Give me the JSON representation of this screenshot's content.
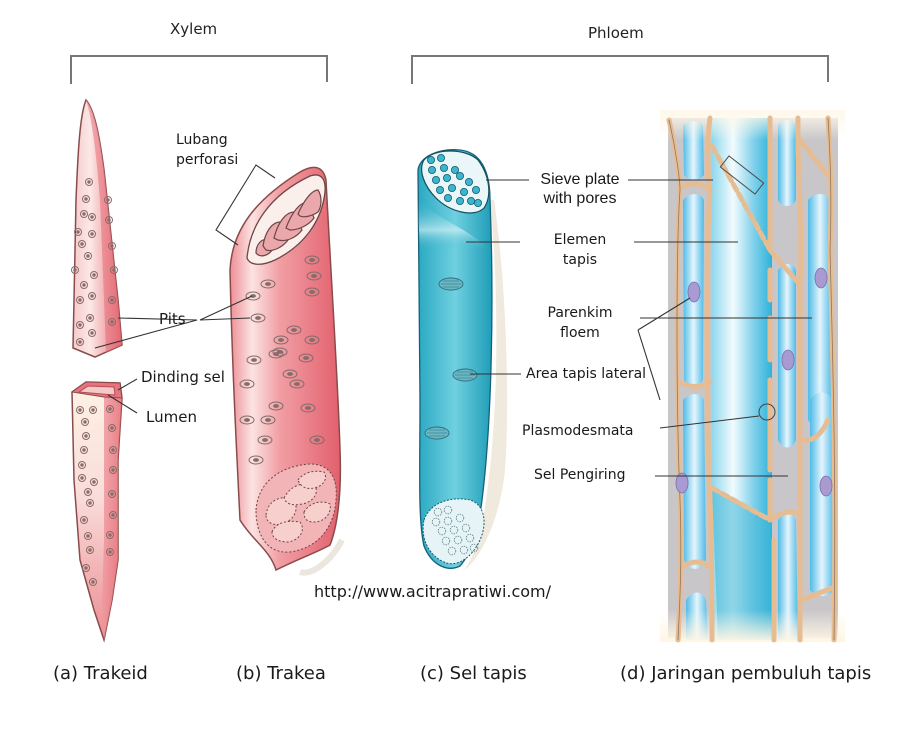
{
  "groups": {
    "xylem": "Xylem",
    "phloem": "Phloem"
  },
  "labels": {
    "lubang_perforasi": [
      "Lubang",
      "perforasi"
    ],
    "pits": "Pits",
    "dinding_sel": "Dinding sel",
    "lumen": "Lumen",
    "sieve_plate": [
      "Sieve plate",
      "with pores"
    ],
    "elemen_tapis": [
      "Elemen",
      "tapis"
    ],
    "parenkim_floem": [
      "Parenkim",
      "floem"
    ],
    "area_tapis_lateral": "Area tapis lateral",
    "plasmodesmata": "Plasmodesmata",
    "sel_pengiring": "Sel Pengiring"
  },
  "watermark": "http://www.acitrapratiwi.com/",
  "captions": {
    "a": "(a) Trakeid",
    "b": "(b) Trakea",
    "c": "(c) Sel tapis",
    "d": "(d) Jaringan pembuluh tapis"
  },
  "colors": {
    "xylem_fill": "#e8737c",
    "phloem_fill": "#3fb8cf",
    "wall": "#e9c39a",
    "nucleus": "#a99bd1"
  }
}
